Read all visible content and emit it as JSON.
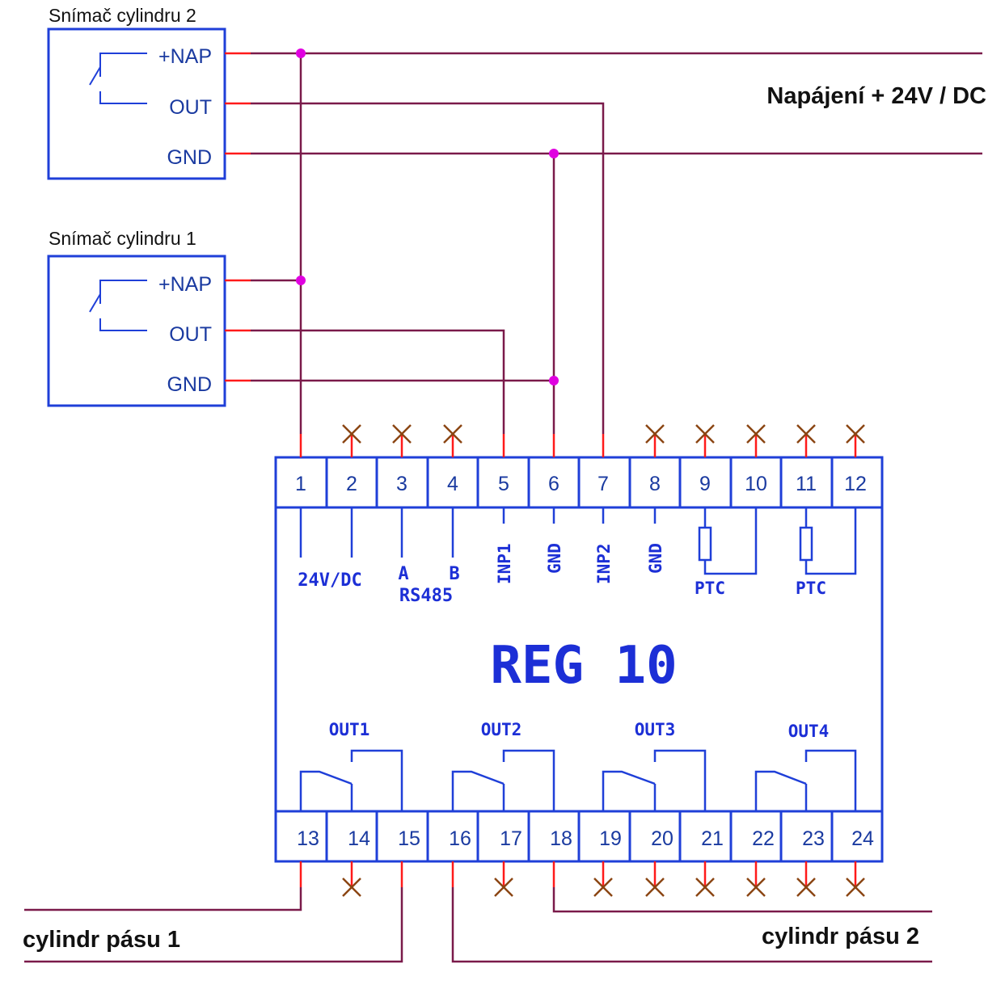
{
  "colors": {
    "box": "#1f3fd8",
    "wire": "#7a1a4a",
    "stub": "#ff1a1a",
    "dot": "#e000e0",
    "cross": "#8b4513",
    "label_blue": "#1a3aa0",
    "label_mono": "#1c2fd6"
  },
  "sensor2": {
    "title": "Snímač cylindru 2",
    "pin_nap": "+NAP",
    "pin_out": "OUT",
    "pin_gnd": "GND"
  },
  "sensor1": {
    "title": "Snímač cylindru 1",
    "pin_nap": "+NAP",
    "pin_out": "OUT",
    "pin_gnd": "GND"
  },
  "power_label": "Napájení + 24V / DC",
  "module": {
    "name": "REG 10",
    "top_terminals": [
      "1",
      "2",
      "3",
      "4",
      "5",
      "6",
      "7",
      "8",
      "9",
      "10",
      "11",
      "12"
    ],
    "bottom_terminals": [
      "13",
      "14",
      "15",
      "16",
      "17",
      "18",
      "19",
      "20",
      "21",
      "22",
      "23",
      "24"
    ],
    "label_24v": "24V/DC",
    "label_a": "A",
    "label_b": "B",
    "label_rs485": "RS485",
    "label_inp1": "INP1",
    "label_gnd1": "GND",
    "label_inp2": "INP2",
    "label_gnd2": "GND",
    "label_ptc1": "PTC",
    "label_ptc2": "PTC",
    "outputs": [
      "OUT1",
      "OUT2",
      "OUT3",
      "OUT4"
    ]
  },
  "cylinder1_label": "cylindr pásu 1",
  "cylinder2_label": "cylindr pásu 2"
}
